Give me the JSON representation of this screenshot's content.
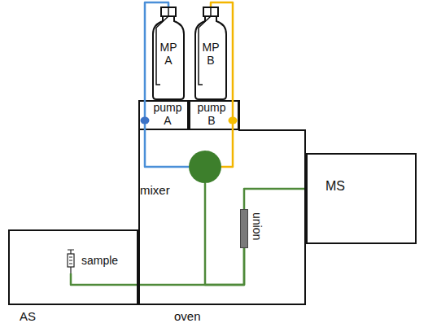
{
  "diagram": {
    "nodes": [
      {
        "text": [
          "MP A"
        ]
      },
      {
        "text": [
          "MP B"
        ]
      },
      {
        "text": [
          "oven"
        ]
      },
      {
        "text": [
          "pump A"
        ],
        "in": 2
      },
      {
        "text": [
          "pump B"
        ],
        "in": 2
      },
      {
        "text": [
          "mixer"
        ],
        "in": 2
      },
      {
        "text": [
          "union"
        ],
        "in": 2
      },
      {
        "text": [
          "MS"
        ]
      },
      {
        "text": [
          "AS"
        ]
      },
      {
        "text": [
          "sample"
        ],
        "in": 8
      }
    ],
    "edges": [
      {
        "from": 0,
        "to": 3,
        "arrow": "none"
      },
      {
        "from": 3,
        "to": 5,
        "arrow": "none"
      },
      {
        "from": 1,
        "to": 4,
        "arrow": "none"
      },
      {
        "from": 4,
        "to": 5,
        "arrow": "none"
      },
      {
        "from": 5,
        "to": 6,
        "arrow": "none"
      },
      {
        "from": 9,
        "to": 6,
        "arrow": "none"
      },
      {
        "from": 6,
        "to": 7,
        "arrow": "none"
      }
    ]
  }
}
